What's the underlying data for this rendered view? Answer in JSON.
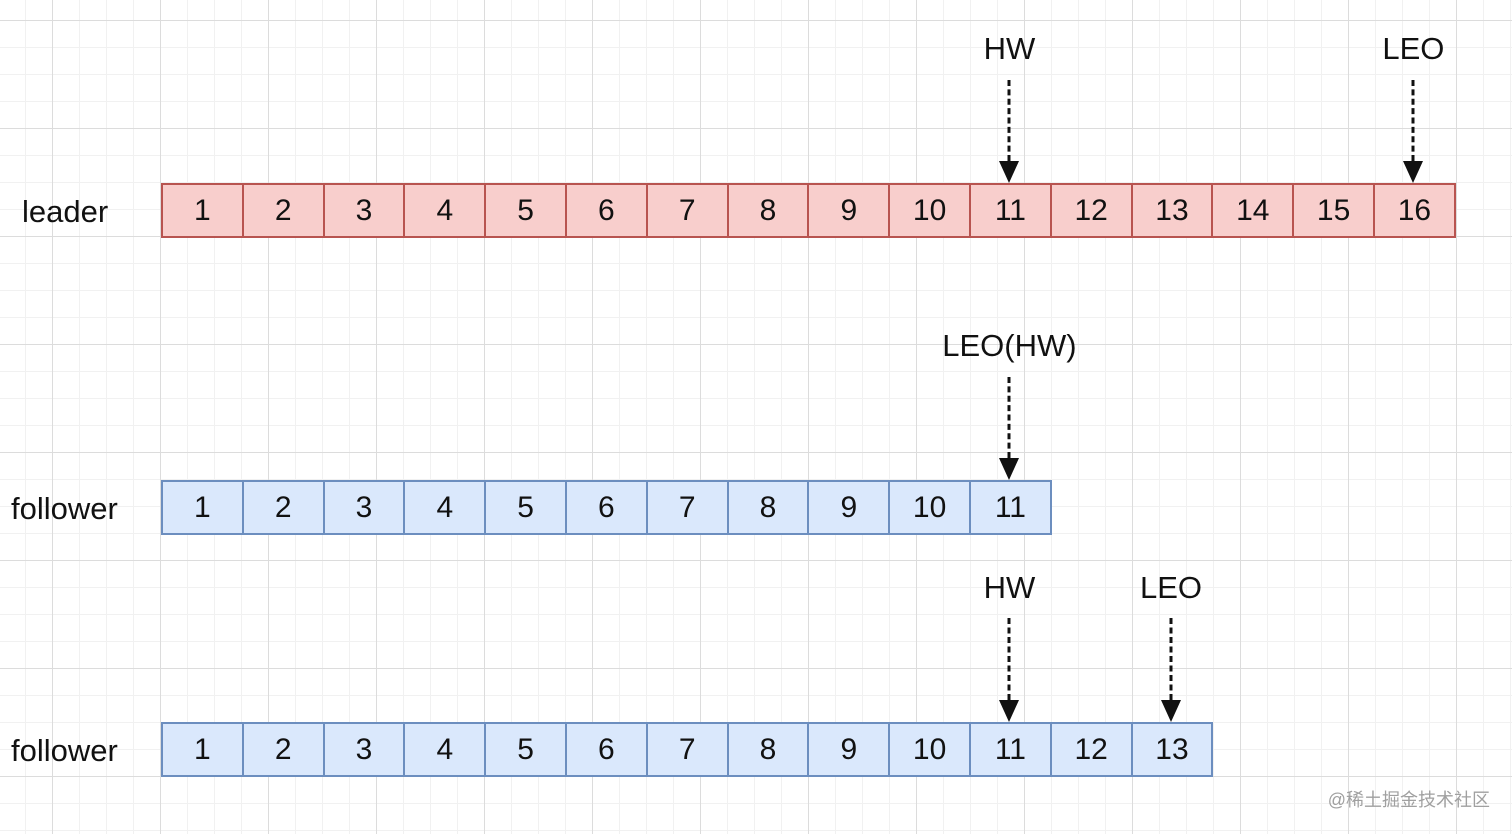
{
  "rows": [
    {
      "id": "leader",
      "label": "leader",
      "color": "red",
      "cells": [
        "1",
        "2",
        "3",
        "4",
        "5",
        "6",
        "7",
        "8",
        "9",
        "10",
        "11",
        "12",
        "13",
        "14",
        "15",
        "16"
      ],
      "markers": [
        {
          "label": "HW",
          "cell_index": 10
        },
        {
          "label": "LEO",
          "cell_index": 15
        }
      ]
    },
    {
      "id": "follower-1",
      "label": "follower",
      "color": "blue",
      "cells": [
        "1",
        "2",
        "3",
        "4",
        "5",
        "6",
        "7",
        "8",
        "9",
        "10",
        "11"
      ],
      "markers": [
        {
          "label": "LEO(HW)",
          "cell_index": 10
        }
      ]
    },
    {
      "id": "follower-2",
      "label": "follower",
      "color": "blue",
      "cells": [
        "1",
        "2",
        "3",
        "4",
        "5",
        "6",
        "7",
        "8",
        "9",
        "10",
        "11",
        "12",
        "13"
      ],
      "markers": [
        {
          "label": "HW",
          "cell_index": 10
        },
        {
          "label": "LEO",
          "cell_index": 12
        }
      ]
    }
  ],
  "colors": {
    "leader_fill": "#f8cecc",
    "leader_border": "#b85450",
    "follower_fill": "#dae8fc",
    "follower_border": "#6c8ebf"
  },
  "watermark": "@稀土掘金技术社区"
}
